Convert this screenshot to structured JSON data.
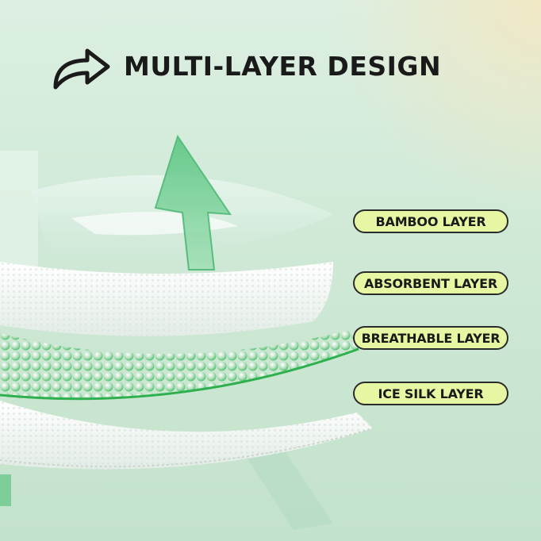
{
  "header": {
    "title": "MULTI-LAYER DESIGN",
    "icon": "curved-arrow-icon"
  },
  "layers": [
    {
      "label": "BAMBOO LAYER"
    },
    {
      "label": "ABSORBENT LAYER"
    },
    {
      "label": "BREATHABLE LAYER"
    },
    {
      "label": "ICE SILK LAYER"
    }
  ],
  "colors": {
    "background": "#cfe9d6",
    "label_fill": "#e6f7a3",
    "label_border": "#2b2b2b",
    "accent_green": "#3fbf5f",
    "arrow_green": "#6fcf8f"
  }
}
